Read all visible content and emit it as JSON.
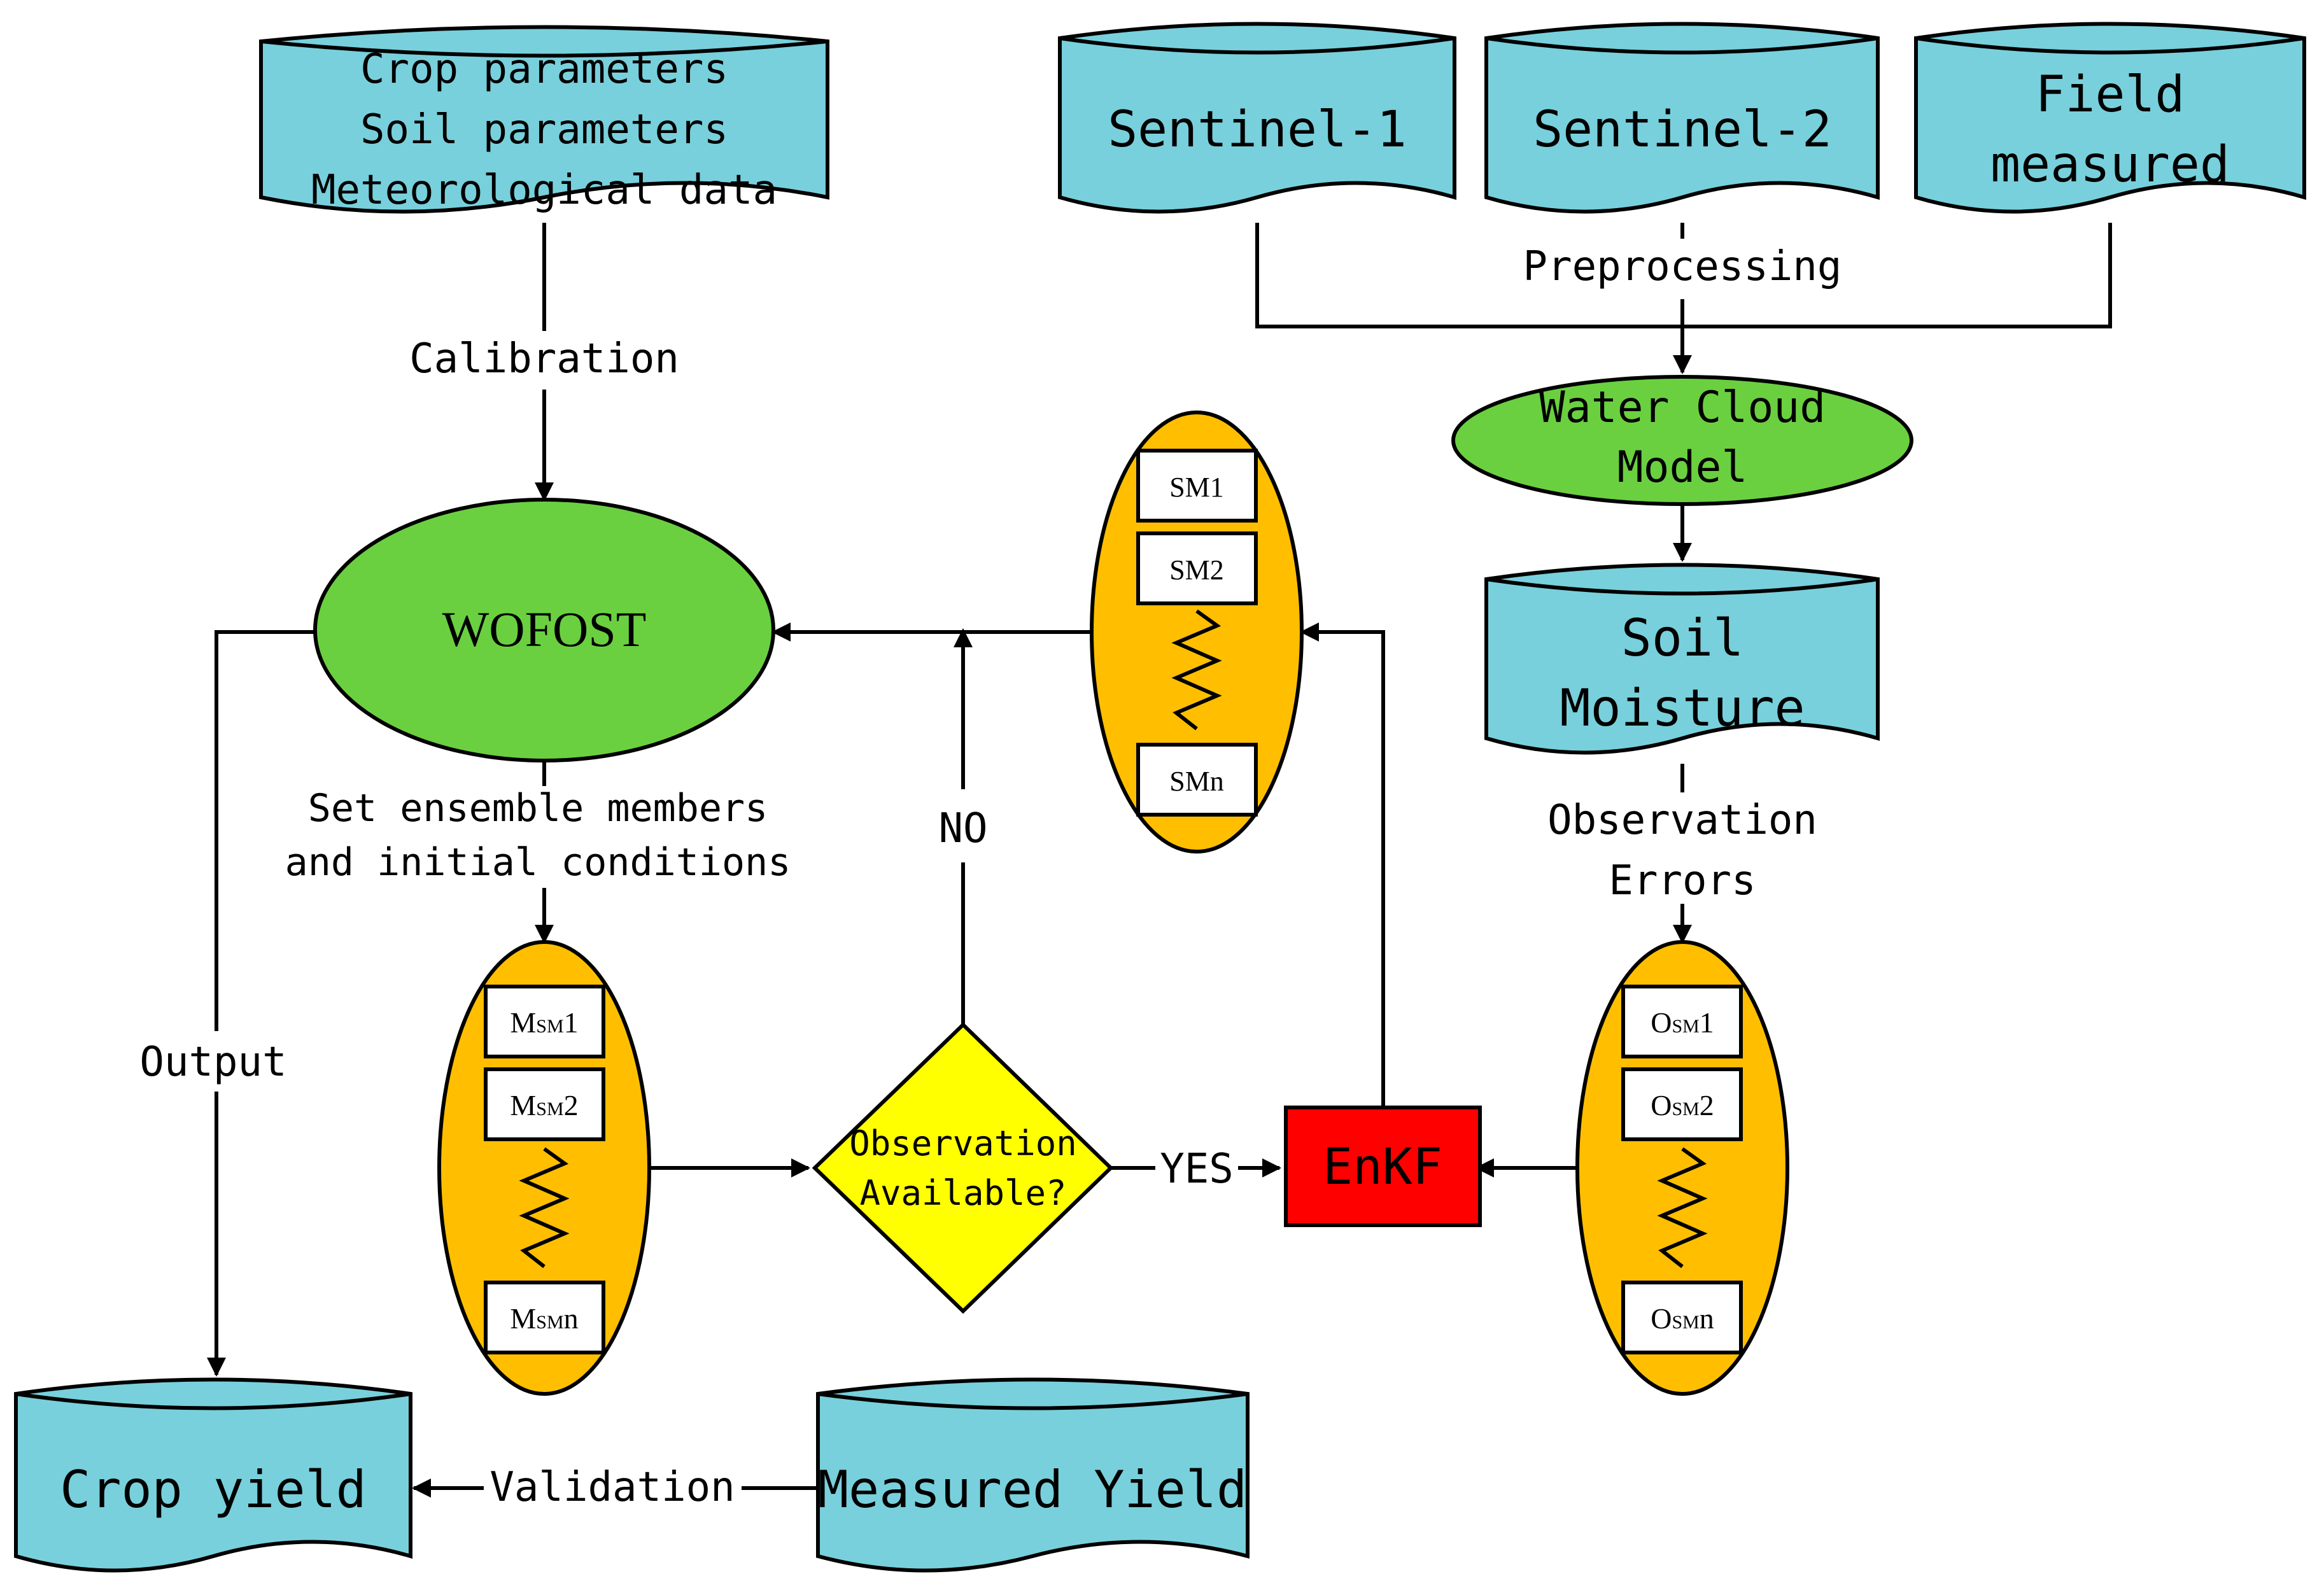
{
  "colors": {
    "cylinder_fill": "#78D0DC",
    "process_ellipse_fill": "#6AD040",
    "ensemble_fill": "#FFBF00",
    "decision_fill": "#FFFF00",
    "enkf_fill": "#FF0000",
    "box_fill": "#FFFFFF",
    "line_color": "#000000"
  },
  "inputs": {
    "crop_soil_met": [
      "Crop parameters",
      "Soil parameters",
      "Meteorological data"
    ],
    "sentinel1": "Sentinel-1",
    "sentinel2": "Sentinel-2",
    "field_measured": [
      "Field",
      "measured"
    ]
  },
  "process": {
    "wofost": "WOFOST",
    "water_cloud_model": [
      "Water Cloud",
      "Model"
    ],
    "soil_moisture": [
      "Soil",
      "Moisture"
    ],
    "enkf": "EnKF",
    "decision": [
      "Observation",
      "Available?"
    ]
  },
  "outputs": {
    "crop_yield": "Crop yield",
    "measured_yield": "Measured Yield"
  },
  "edge_labels": {
    "calibration": "Calibration",
    "preprocessing": "Preprocessing",
    "set_ensemble": [
      "Set ensemble members",
      "and initial conditions"
    ],
    "no": "NO",
    "yes": "YES",
    "output": "Output",
    "validation": "Validation",
    "observation_errors": [
      "Observation",
      "Errors"
    ]
  },
  "ensembles": {
    "updated_sm": {
      "members": [
        "SM1",
        "SM2",
        "SMn"
      ],
      "decoration": "zigzag-icon"
    },
    "model_sm": {
      "members": [
        {
          "main": "M",
          "sub": "SM",
          "idx": "1"
        },
        {
          "main": "M",
          "sub": "SM",
          "idx": "2"
        },
        {
          "main": "M",
          "sub": "SM",
          "idx": "n"
        }
      ],
      "decoration": "zigzag-icon"
    },
    "obs_sm": {
      "members": [
        {
          "main": "O",
          "sub": "SM",
          "idx": "1"
        },
        {
          "main": "O",
          "sub": "SM",
          "idx": "2"
        },
        {
          "main": "O",
          "sub": "SM",
          "idx": "n"
        }
      ],
      "decoration": "zigzag-icon"
    }
  }
}
